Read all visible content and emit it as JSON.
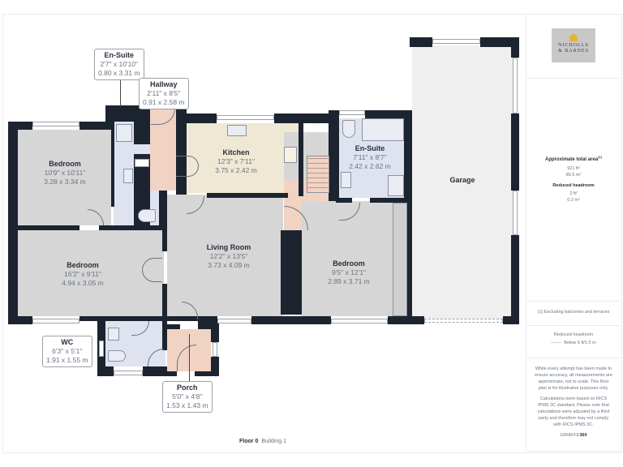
{
  "footer": {
    "floor": "Floor 0",
    "building": "Building 1"
  },
  "rooms": {
    "bedroom1": {
      "name": "Bedroom",
      "imperial": "10'9\" x 10'11\"",
      "metric": "3.28 x 3.34 m"
    },
    "bedroom2": {
      "name": "Bedroom",
      "imperial": "16'2\" x 9'11\"",
      "metric": "4.94 x 3.05 m"
    },
    "ensuite1": {
      "name": "En-Suite",
      "imperial": "2'7\" x 10'10\"",
      "metric": "0.80 x 3.31 m"
    },
    "hallway": {
      "name": "Hallway",
      "imperial": "2'11\" x 8'5\"",
      "metric": "0.91 x 2.58 m"
    },
    "kitchen": {
      "name": "Kitchen",
      "imperial": "12'3\" x 7'11\"",
      "metric": "3.75 x 2.42 m"
    },
    "ensuite2": {
      "name": "En-Suite",
      "imperial": "7'11\" x 8'7\"",
      "metric": "2.42 x 2.62 m"
    },
    "living": {
      "name": "Living Room",
      "imperial": "12'2\" x 13'5\"",
      "metric": "3.73 x 4.09 m"
    },
    "bedroom3": {
      "name": "Bedroom",
      "imperial": "9'5\" x 12'1\"",
      "metric": "2.89 x 3.71 m"
    },
    "garage": {
      "name": "Garage"
    },
    "wc": {
      "name": "WC",
      "imperial": "6'3\" x 5'1\"",
      "metric": "1.91 x 1.55 m"
    },
    "porch": {
      "name": "Porch",
      "imperial": "5'0\" x 4'8\"",
      "metric": "1.53 x 1.43 m"
    }
  },
  "sidebar": {
    "logo_line1": "NICHOLLS",
    "logo_line2": "& BARNES",
    "area_title": "Approximate total area",
    "area_sup": "(1)",
    "area_ft": "921 ft²",
    "area_m": "85.5 m²",
    "reduced_title": "Reduced headroom",
    "reduced_ft": "2 ft²",
    "reduced_m": "0.2 m²",
    "note1": "(1) Excluding balconies and terraces",
    "legend_title": "Reduced headroom",
    "legend_line": "-------",
    "legend_text": "Below 5 ft/1.5 m",
    "disclaimer1": "While every attempt has been made to ensure accuracy, all measurements are approximate, not to scale. This floor plan is for illustrative purposes only.",
    "disclaimer2": "Calculations were based on RICS IPMS 3C standard. Please note that calculations were adjusted by a third party and therefore may not comply with RICS IPMS 3C.",
    "brand_a": "GIRAFFE",
    "brand_b": "360"
  }
}
